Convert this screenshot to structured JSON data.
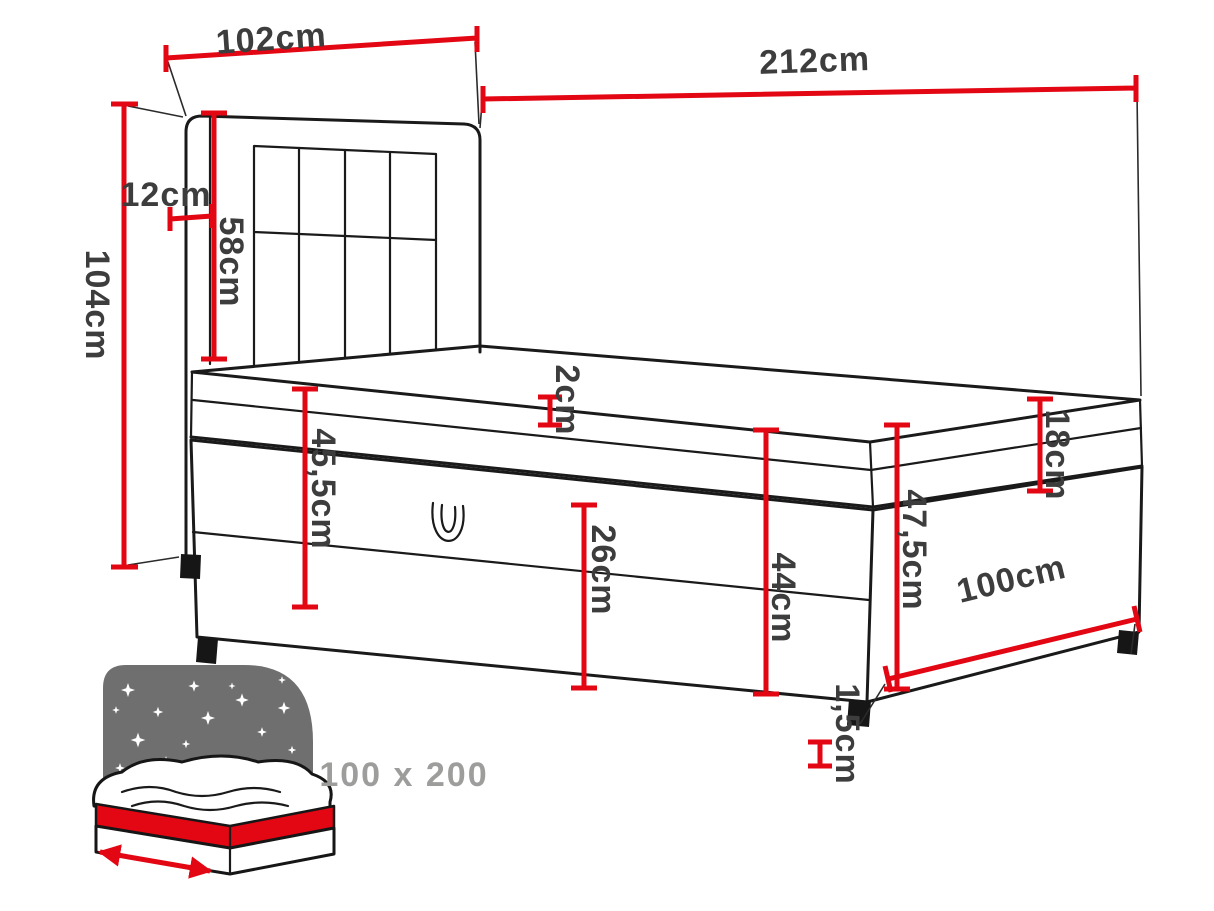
{
  "diagram": {
    "title": "Boxspring bed dimension drawing",
    "bed_size": "100 x 200",
    "unit": "cm"
  },
  "labels": {
    "dim_102": "102cm",
    "dim_212": "212cm",
    "dim_104": "104cm",
    "dim_12": "12cm",
    "dim_58": "58cm",
    "dim_2": "2cm",
    "dim_45_5": "45,5cm",
    "dim_26": "26cm",
    "dim_44": "44cm",
    "dim_47_5": "47,5cm",
    "dim_18": "18cm",
    "dim_100": "100cm",
    "dim_1_5": "1,5cm",
    "size_label": "100 x 200"
  },
  "colors": {
    "dimension_red": "#e30613",
    "outline_black": "#1a1a1a",
    "label_gray": "#3d3d3d",
    "icon_gray": "#706f6f",
    "size_label_gray": "#9d9d9c",
    "background": "#ffffff"
  }
}
